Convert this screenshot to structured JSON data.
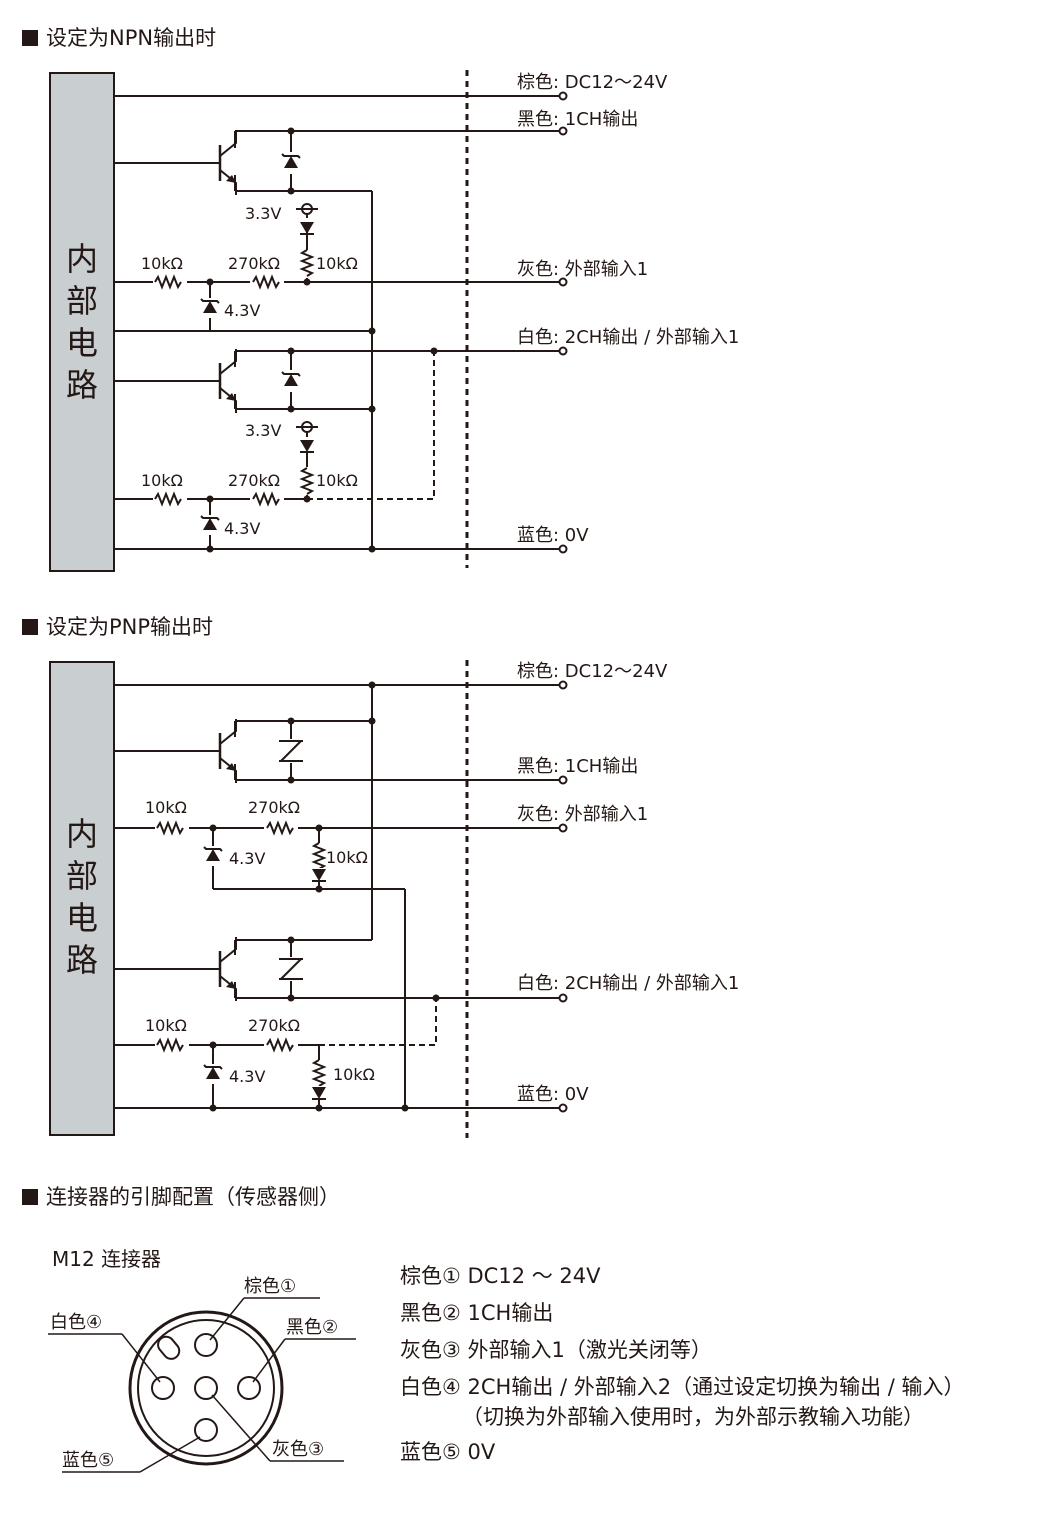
{
  "sections": {
    "npn_title": "设定为NPN输出时",
    "pnp_title": "设定为PNP输出时",
    "pinout_title": "连接器的引脚配置（传感器侧）"
  },
  "internal_circuit": [
    "内",
    "部",
    "电",
    "路"
  ],
  "npn": {
    "wires": {
      "brown": "棕色: DC12～24V",
      "black": "黑色: 1CH输出",
      "gray": "灰色: 外部输入1",
      "white": "白色: 2CH输出 / 外部输入1",
      "blue": "蓝色: 0V"
    },
    "components": {
      "r_in": "10kΩ",
      "r_series": "270kΩ",
      "r_pull": "10kΩ",
      "zener_in": "4.3V",
      "supply": "3.3V"
    }
  },
  "pnp": {
    "wires": {
      "brown": "棕色: DC12～24V",
      "black": "黑色: 1CH输出",
      "gray": "灰色: 外部输入1",
      "white": "白色: 2CH输出 / 外部输入1",
      "blue": "蓝色: 0V"
    },
    "components": {
      "r_in": "10kΩ",
      "r_series": "270kΩ",
      "r_pull": "10kΩ",
      "zener_in": "4.3V"
    }
  },
  "connector": {
    "name": "M12 连接器",
    "pin_labels": {
      "p1": "棕色①",
      "p2": "黑色②",
      "p3": "灰色③",
      "p4": "白色④",
      "p5": "蓝色⑤"
    },
    "legend": [
      "棕色① DC12 ～ 24V",
      "黑色② 1CH输出",
      "灰色③ 外部输入1（激光关闭等）",
      "白色④ 2CH输出 / 外部输入2（通过设定切换为输出 / 输入）",
      "（切换为外部输入使用时，为外部示教输入功能）",
      "蓝色⑤ 0V"
    ]
  },
  "colors": {
    "box_fill": "#c9ced1",
    "line": "#231815"
  }
}
